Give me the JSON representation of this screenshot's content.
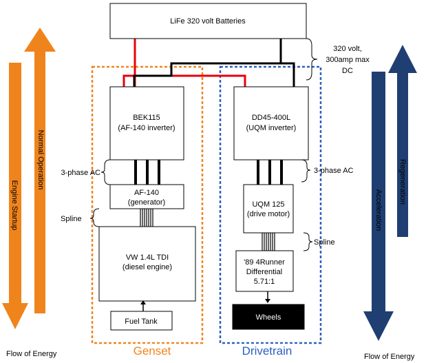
{
  "batteries": "LiFe 320 volt Batteries",
  "dc_note": [
    "320 volt,",
    "300amp max",
    "DC"
  ],
  "ac_note_left": "3-phase AC",
  "ac_note_right": "3-phase AC",
  "spline_left": "Spline",
  "spline_right": "Spline",
  "genset": {
    "title": "Genset",
    "inverter": [
      "BEK115",
      "(AF-140 inverter)"
    ],
    "generator": [
      "AF-140",
      "(generator)"
    ],
    "engine": [
      "VW 1.4L TDI",
      "(diesel engine)"
    ],
    "fuel_tank": "Fuel Tank"
  },
  "drivetrain": {
    "title": "Drivetrain",
    "inverter": [
      "DD45-400L",
      "(UQM inverter)"
    ],
    "motor": [
      "UQM 125",
      "(drive motor)"
    ],
    "differential": [
      "'89 4Runner",
      "Differential",
      "5.71:1"
    ],
    "wheels": "Wheels"
  },
  "left_arrows": {
    "startup": "Engine Startup",
    "normal": "Normal Operation",
    "flow": "Flow of Energy",
    "color": "#f0841c"
  },
  "right_arrows": {
    "acceleration": "Acceleration",
    "regeneration": "Regeneration",
    "flow": "Flow of Energy",
    "color": "#1f3f72"
  },
  "colors": {
    "genset_border": "#f0841c",
    "drivetrain_border": "#2a5fbf",
    "positive_wire": "#e8000b",
    "negative_wire": "#000000"
  }
}
